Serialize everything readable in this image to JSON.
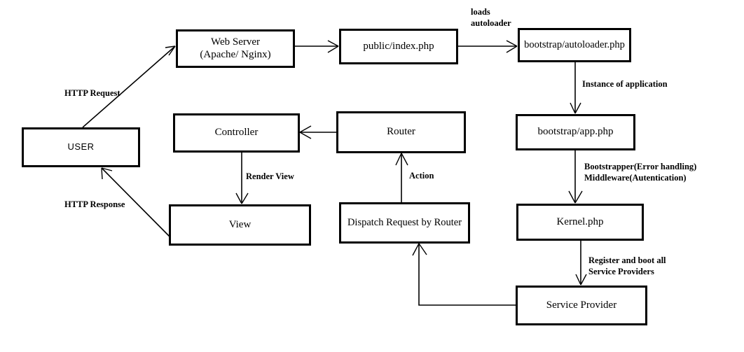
{
  "diagram": {
    "title": "Laravel / PHP MVC Request Lifecycle Flowchart",
    "background_color": "#ffffff",
    "stroke_color": "#000000",
    "nodes": [
      {
        "id": "user",
        "label": "USER"
      },
      {
        "id": "web_server",
        "label": "Web Server\n(Apache/ Nginx)"
      },
      {
        "id": "public_index",
        "label": "public/index.php"
      },
      {
        "id": "autoloader",
        "label": "bootstrap/autoloader.php"
      },
      {
        "id": "app",
        "label": "bootstrap/app.php"
      },
      {
        "id": "kernel",
        "label": "Kernel.php"
      },
      {
        "id": "service_provider",
        "label": "Service Provider"
      },
      {
        "id": "dispatch",
        "label": "Dispatch Request by Router"
      },
      {
        "id": "router",
        "label": "Router"
      },
      {
        "id": "controller",
        "label": "Controller"
      },
      {
        "id": "view",
        "label": "View"
      }
    ],
    "edge_labels": [
      {
        "id": "http_request",
        "text": "HTTP Request"
      },
      {
        "id": "http_response",
        "text": "HTTP Response"
      },
      {
        "id": "loads_autoloader",
        "text": "loads\nautoloader"
      },
      {
        "id": "instance_of_application",
        "text": "Instance of application"
      },
      {
        "id": "bootstrapper_middleware",
        "text": "Bootstrapper(Error handling)\nMiddleware(Autentication)"
      },
      {
        "id": "register_boot",
        "text": "Register and boot all\nService Providers"
      },
      {
        "id": "render_view",
        "text": "Render View"
      },
      {
        "id": "action",
        "text": "Action"
      }
    ]
  }
}
